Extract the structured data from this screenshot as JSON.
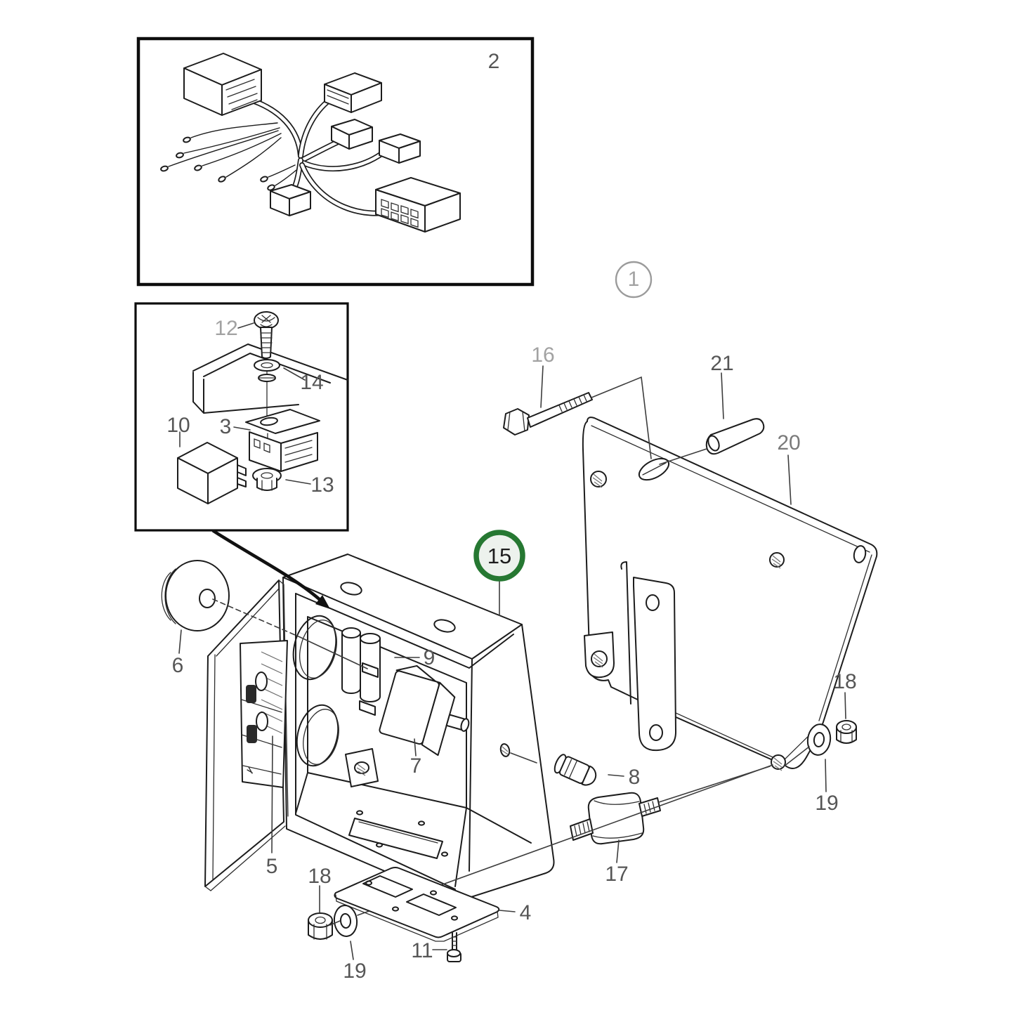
{
  "diagram": {
    "type": "exploded-parts-diagram",
    "background": "#ffffff",
    "line_color": "#1c1c1c",
    "label_color_dark": "#565656",
    "label_color_light": "#a2a2a2",
    "highlight_ring_color": "#267832",
    "highlight_fill_color": "#edf2ed",
    "highlight_text_color": "#1d1d1d",
    "inset_frame_color": "#0d0d0d"
  },
  "callouts": {
    "part1": "1",
    "part2": "2",
    "part3": "3",
    "part4": "4",
    "part5": "5",
    "part6": "6",
    "part7": "7",
    "part8": "8",
    "part9": "9",
    "part10": "10",
    "part11": "11",
    "part12": "12",
    "part13": "13",
    "part14": "14",
    "part15": "15",
    "part16": "16",
    "part17": "17",
    "part18_right": "18",
    "part18_bottom": "18",
    "part19_right": "19",
    "part19_bottom": "19",
    "part20": "20",
    "part21": "21"
  }
}
